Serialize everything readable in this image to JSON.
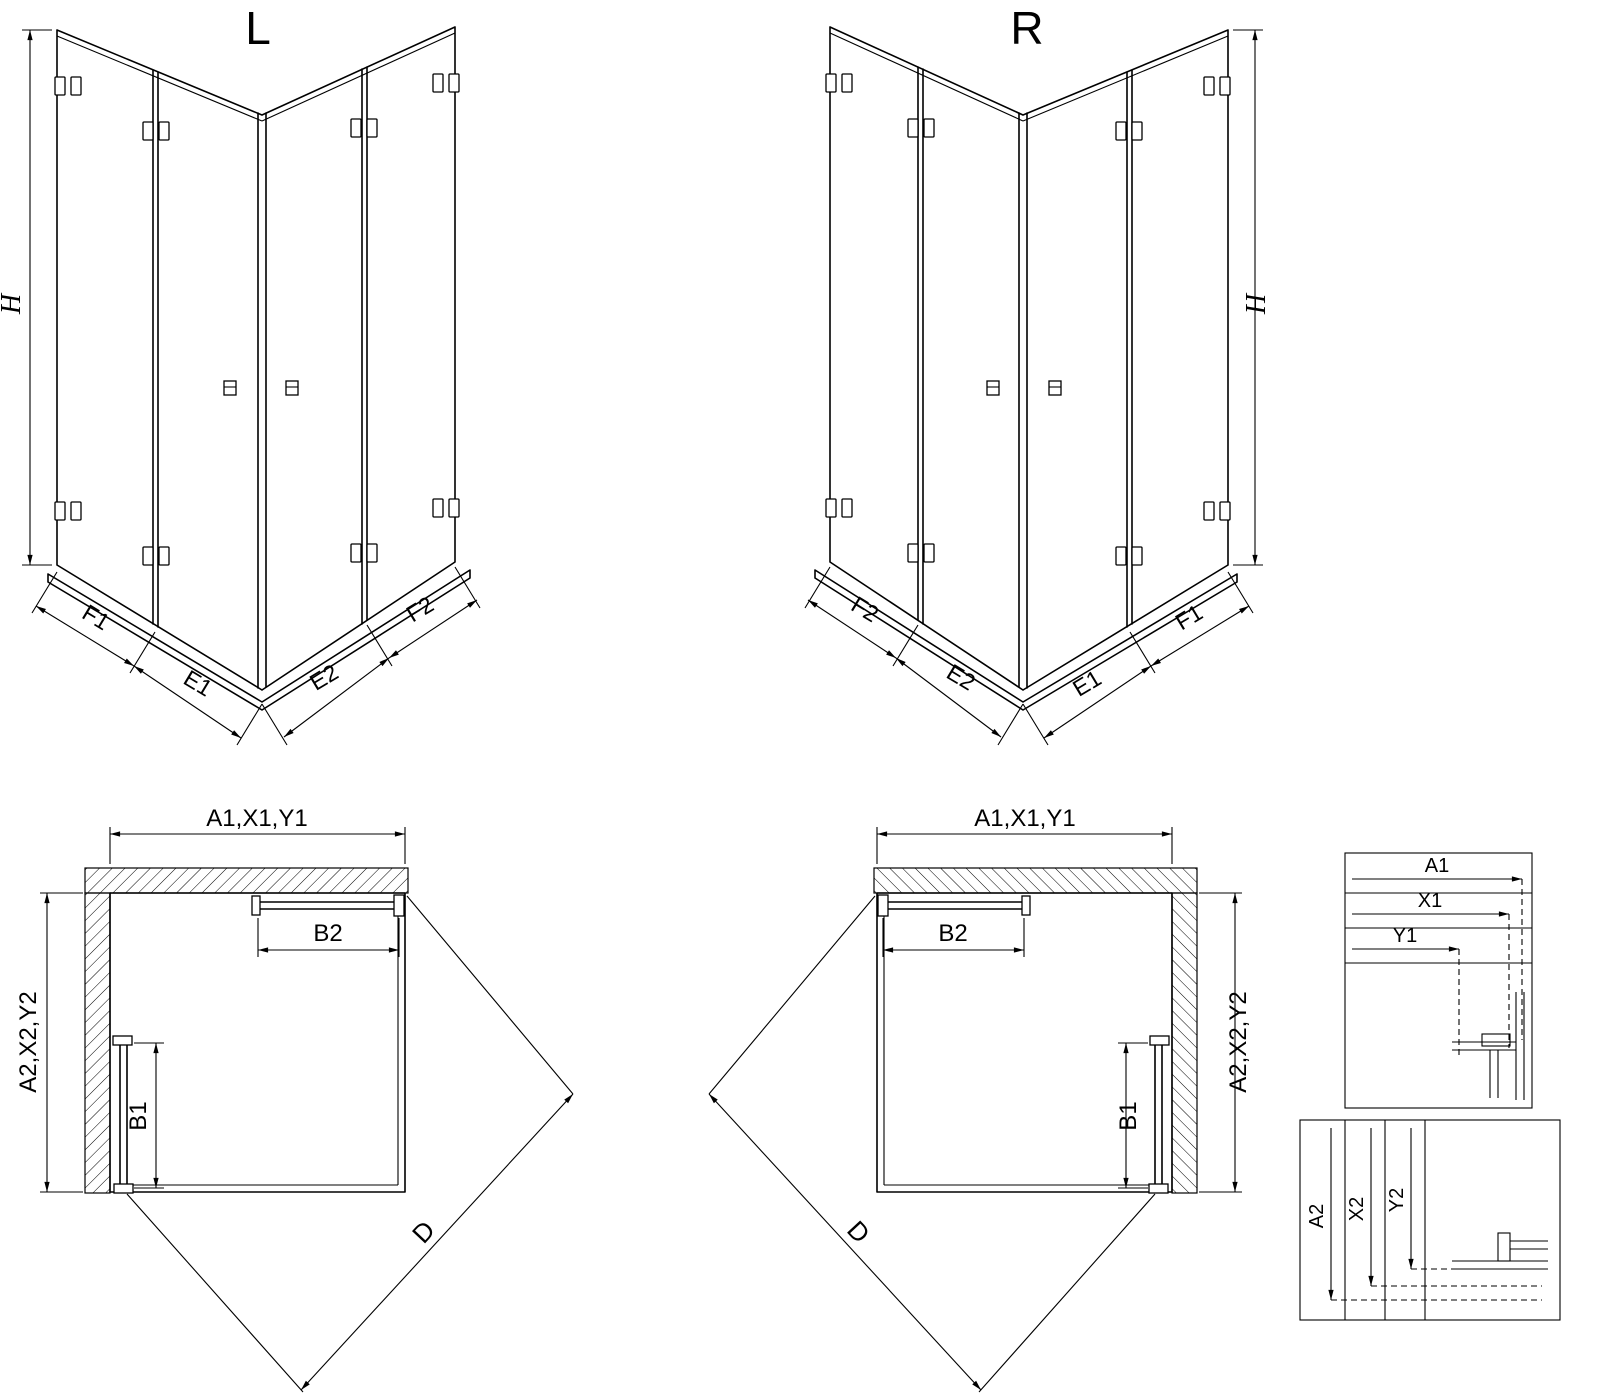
{
  "colors": {
    "background": "#ffffff",
    "line": "#000000"
  },
  "iso_left": {
    "title": "L",
    "height": "H",
    "bottom_left": [
      "F1",
      "E1"
    ],
    "bottom_right": [
      "E2",
      "F2"
    ]
  },
  "iso_right": {
    "title": "R",
    "height": "H",
    "bottom_left": [
      "F2",
      "E2"
    ],
    "bottom_right": [
      "E1",
      "F1"
    ]
  },
  "plan_left": {
    "width": "A1,X1,Y1",
    "depth": "A2,X2,Y2",
    "door_top": "B2",
    "door_side": "B1",
    "diagonal": "D"
  },
  "plan_right": {
    "width": "A1,X1,Y1",
    "depth": "A2,X2,Y2",
    "door_top": "B2",
    "door_side": "B1",
    "diagonal": "D"
  },
  "detail_top": {
    "rows": [
      "A1",
      "X1",
      "Y1"
    ]
  },
  "detail_bottom": {
    "cols": [
      "A2",
      "X2",
      "Y2"
    ]
  }
}
